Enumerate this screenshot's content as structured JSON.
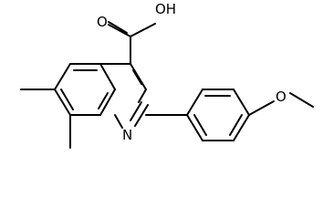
{
  "structure": {
    "atoms": {
      "oh": "OH",
      "o_carbonyl": "O",
      "n_ring": "N",
      "o_methoxy": "O"
    }
  }
}
